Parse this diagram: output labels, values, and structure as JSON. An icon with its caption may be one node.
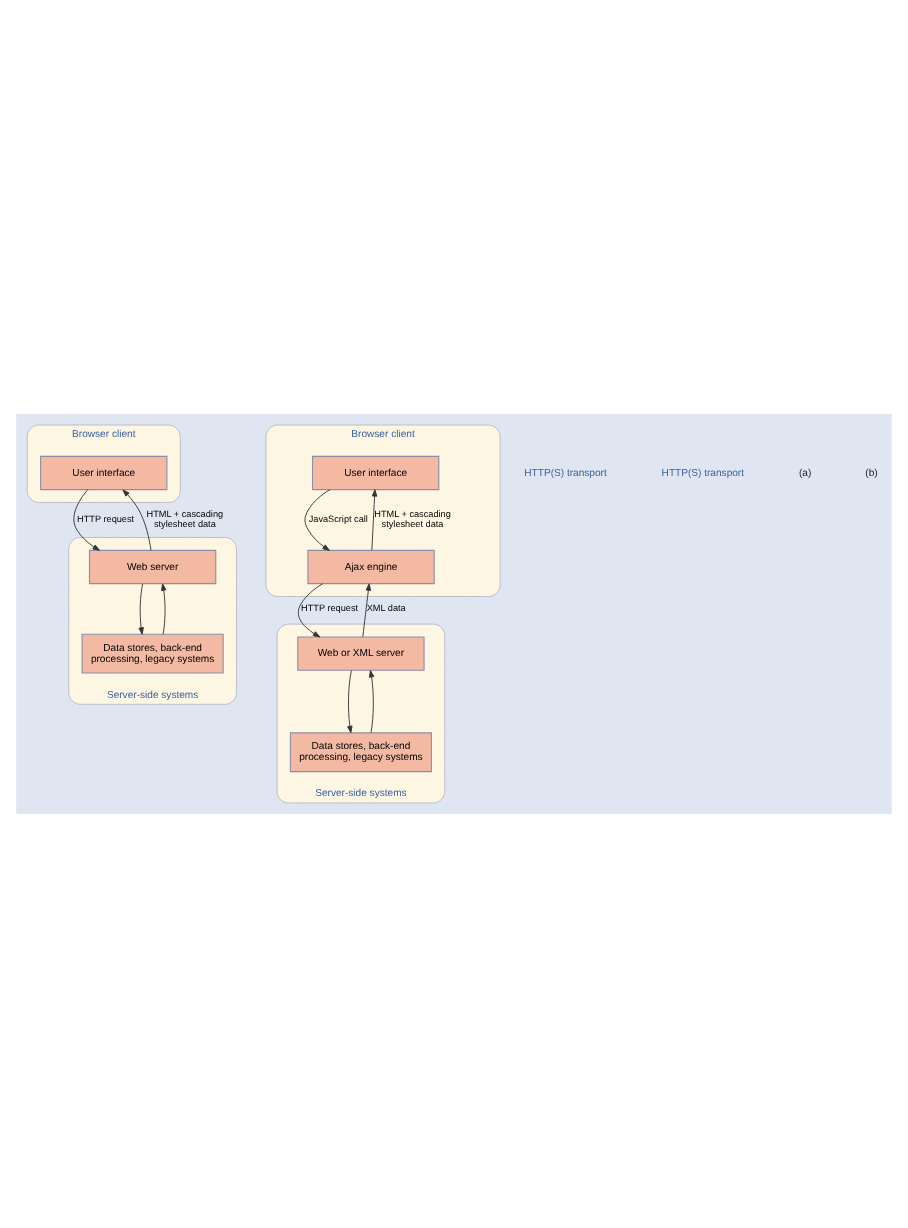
{
  "diagram": {
    "nodes": [
      {
        "text": [
          "Browser client"
        ]
      },
      {
        "text": [
          "User interface"
        ],
        "in": 0
      },
      {
        "text": [
          "Server-side systems"
        ]
      },
      {
        "text": [
          "Web server"
        ],
        "in": 2
      },
      {
        "text": [
          "Data stores, back-end processing, legacy systems"
        ],
        "in": 2
      },
      {
        "text": [
          "Browser client"
        ]
      },
      {
        "text": [
          "User interface"
        ],
        "in": 5
      },
      {
        "text": [
          "Ajax engine"
        ],
        "in": 5
      },
      {
        "text": [
          "Server-side systems"
        ]
      },
      {
        "text": [
          "Web or XML server"
        ],
        "in": 8
      },
      {
        "text": [
          "Data stores, back-end processing, legacy systems"
        ],
        "in": 8
      }
    ],
    "edges": [
      {
        "from": 1,
        "to": 3,
        "arrow": "to",
        "label": "HTTP request"
      },
      {
        "from": 3,
        "to": 1,
        "arrow": "to",
        "label": "HTML + cascading stylesheet data"
      },
      {
        "from": 3,
        "to": 4,
        "arrow": "to"
      },
      {
        "from": 4,
        "to": 3,
        "arrow": "to"
      },
      {
        "from": 6,
        "to": 7,
        "arrow": "to",
        "label": "JavaScript call"
      },
      {
        "from": 7,
        "to": 6,
        "arrow": "to",
        "label": "HTML + cascading stylesheet data"
      },
      {
        "from": 7,
        "to": 9,
        "arrow": "to",
        "label": "HTTP request"
      },
      {
        "from": 9,
        "to": 7,
        "arrow": "to",
        "label": "XML data"
      },
      {
        "from": 9,
        "to": 10,
        "arrow": "to"
      },
      {
        "from": 10,
        "to": 9,
        "arrow": "to"
      }
    ],
    "labels": [
      "HTTP(S) transport",
      "HTTP(S) transport",
      "(a)",
      "(b)"
    ]
  }
}
